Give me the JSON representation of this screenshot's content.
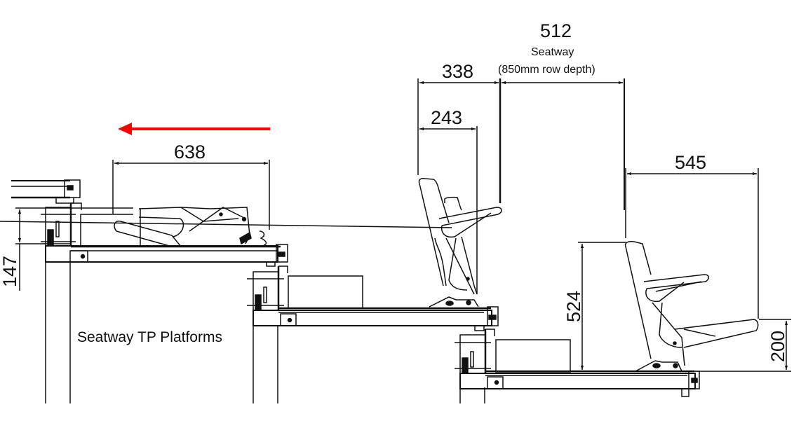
{
  "diagram": {
    "type": "technical-section-drawing",
    "subject": "Retractable tiered seating platforms with folding seats",
    "caption": "Seatway TP Platforms",
    "direction_arrow": {
      "color": "#ff0000",
      "direction": "left",
      "meaning": "retraction direction"
    },
    "line_color": "#111111",
    "dimensions": {
      "seatway": {
        "value": "512",
        "label": "Seatway",
        "note": "(850mm row depth)"
      },
      "seat_to_seatway": {
        "value": "338"
      },
      "folded_seat_depth": {
        "value": "243"
      },
      "retracted_platform": {
        "value": "638"
      },
      "open_seat_depth": {
        "value": "545"
      },
      "seat_height": {
        "value": "524"
      },
      "seat_pan_height": {
        "value": "200"
      },
      "riser_height": {
        "value": "147"
      }
    },
    "components": [
      {
        "name": "upper-platform-retracted",
        "contains": "folded seat, retracted"
      },
      {
        "name": "middle-platform",
        "contains": "seat (folded) + step box"
      },
      {
        "name": "lower-platform",
        "contains": "seat (open) + step box"
      },
      {
        "name": "support-posts"
      }
    ]
  }
}
